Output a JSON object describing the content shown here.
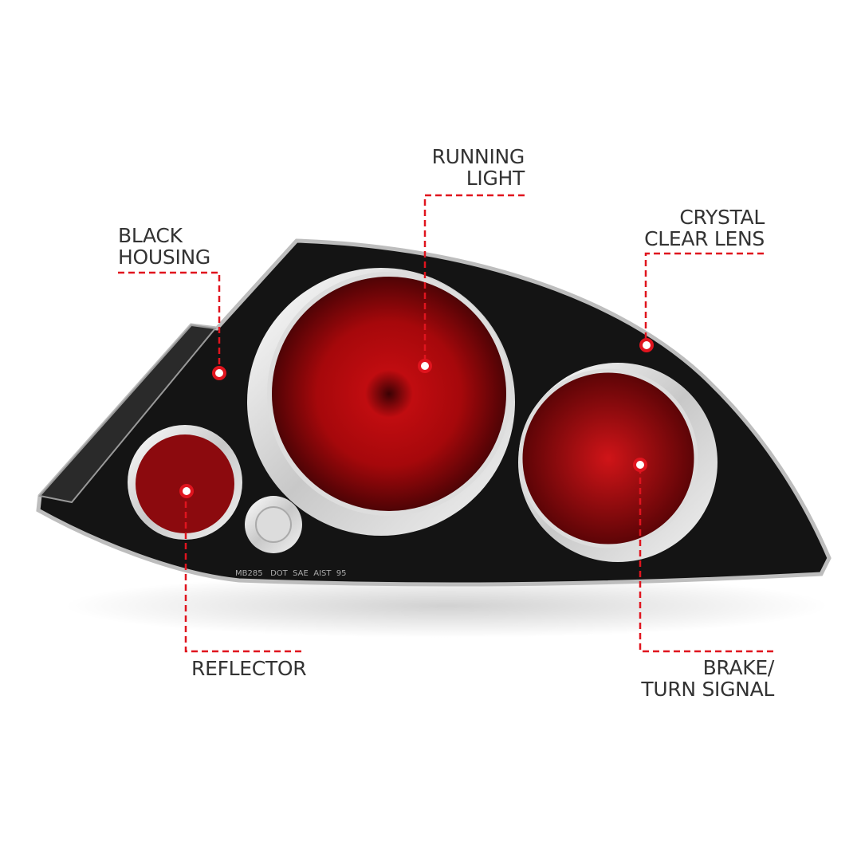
{
  "labels": {
    "running_light": [
      "RUNNING",
      "LIGHT"
    ],
    "black_housing": [
      "BLACK",
      "HOUSING"
    ],
    "crystal_clear_lens": [
      "CRYSTAL",
      "CLEAR LENS"
    ],
    "reflector": [
      "REFLECTOR"
    ],
    "brake_turn_signal": [
      "BRAKE/",
      "TURN SIGNAL"
    ]
  },
  "housing_marking": "MB285   DOT  SAE  AIST  95",
  "colors": {
    "callout": "#e0141e",
    "lens_red": "#b5080c",
    "housing": "#141414",
    "chrome": "#e6e6e6",
    "text": "#333333"
  }
}
